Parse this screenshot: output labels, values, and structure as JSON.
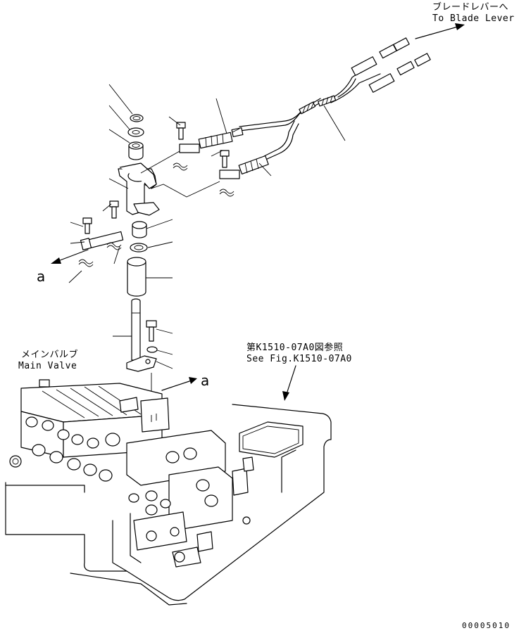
{
  "labels": {
    "blade_lever_jp": "ブレードレバーへ",
    "blade_lever_en": "To Blade Lever",
    "main_valve_jp": "メインバルブ",
    "main_valve_en": "Main Valve",
    "see_fig_jp": "第K1510-07A0図参照",
    "see_fig_en": "See Fig.K1510-07A0",
    "ref_a_top": "a",
    "ref_a_bottom": "a"
  },
  "drawing_code": "00005010"
}
